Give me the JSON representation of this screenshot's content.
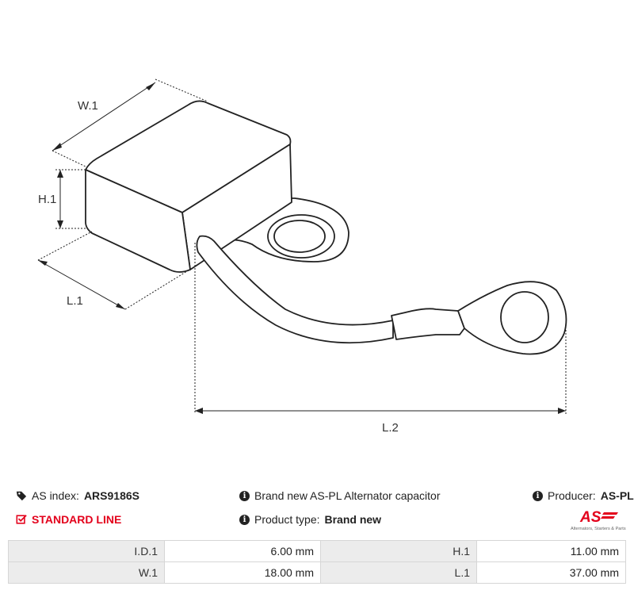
{
  "diagram": {
    "labels": {
      "w1": "W.1",
      "h1": "H.1",
      "l1": "L.1",
      "l2": "L.2"
    }
  },
  "info": {
    "as_index_label": "AS index:",
    "as_index_value": "ARS9186S",
    "standard_line": "STANDARD LINE",
    "description": "Brand new AS-PL Alternator capacitor",
    "product_type_label": "Product type:",
    "product_type_value": "Brand new",
    "producer_label": "Producer:",
    "producer_value": "AS-PL"
  },
  "logo": {
    "text": "AS",
    "tagline": "Alternators, Starters & Parts",
    "color": "#e3001b"
  },
  "specs": [
    {
      "label1": "I.D.1",
      "value1": "6.00 mm",
      "label2": "H.1",
      "value2": "11.00 mm"
    },
    {
      "label1": "W.1",
      "value1": "18.00 mm",
      "label2": "L.1",
      "value2": "37.00 mm"
    }
  ]
}
